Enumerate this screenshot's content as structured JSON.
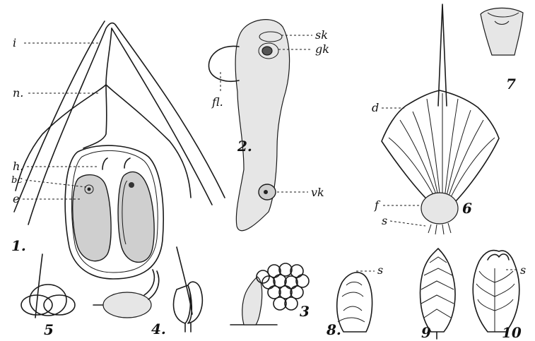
{
  "figures": {
    "fig1": {
      "number": "1.",
      "labels": {
        "i": "i",
        "n": "n.",
        "h": "h.",
        "bc": "bc",
        "e": "e"
      }
    },
    "fig2": {
      "number": "2.",
      "labels": {
        "sk": "sk",
        "gk": "gk",
        "fl": "fl.",
        "vk": "vk"
      }
    },
    "fig3": {
      "number": "3"
    },
    "fig4": {
      "number": "4."
    },
    "fig5": {
      "number": "5"
    },
    "fig6": {
      "number": "6",
      "labels": {
        "d": "d",
        "f": "f",
        "s": "s"
      }
    },
    "fig7": {
      "number": "7"
    },
    "fig8": {
      "number": "8.",
      "labels": {
        "s": "s"
      }
    },
    "fig9": {
      "number": "9"
    },
    "fig10": {
      "number": "10",
      "labels": {
        "s": "s"
      }
    }
  }
}
